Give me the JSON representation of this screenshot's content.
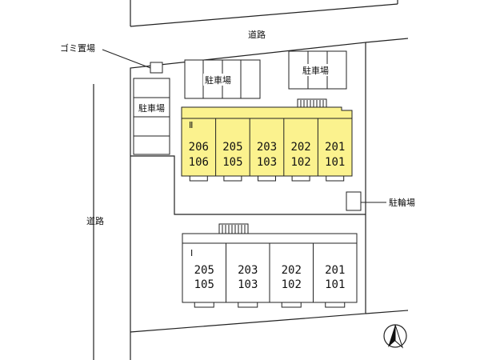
{
  "labels": {
    "road_top": "道路",
    "road_left": "道路",
    "garbage": "ゴミ置場",
    "parking": "駐車場",
    "bicycle": "駐輪場"
  },
  "building_ii": {
    "mark": "Ⅱ",
    "highlight_color": "#fbf28e",
    "units": [
      {
        "upper": "206",
        "lower": "106"
      },
      {
        "upper": "205",
        "lower": "105"
      },
      {
        "upper": "203",
        "lower": "103"
      },
      {
        "upper": "202",
        "lower": "102"
      },
      {
        "upper": "201",
        "lower": "101"
      }
    ]
  },
  "building_i": {
    "mark": "Ⅰ",
    "units": [
      {
        "upper": "205",
        "lower": "105"
      },
      {
        "upper": "203",
        "lower": "103"
      },
      {
        "upper": "202",
        "lower": "102"
      },
      {
        "upper": "201",
        "lower": "101"
      }
    ]
  },
  "compass": {
    "icon": "north-arrow-icon"
  }
}
